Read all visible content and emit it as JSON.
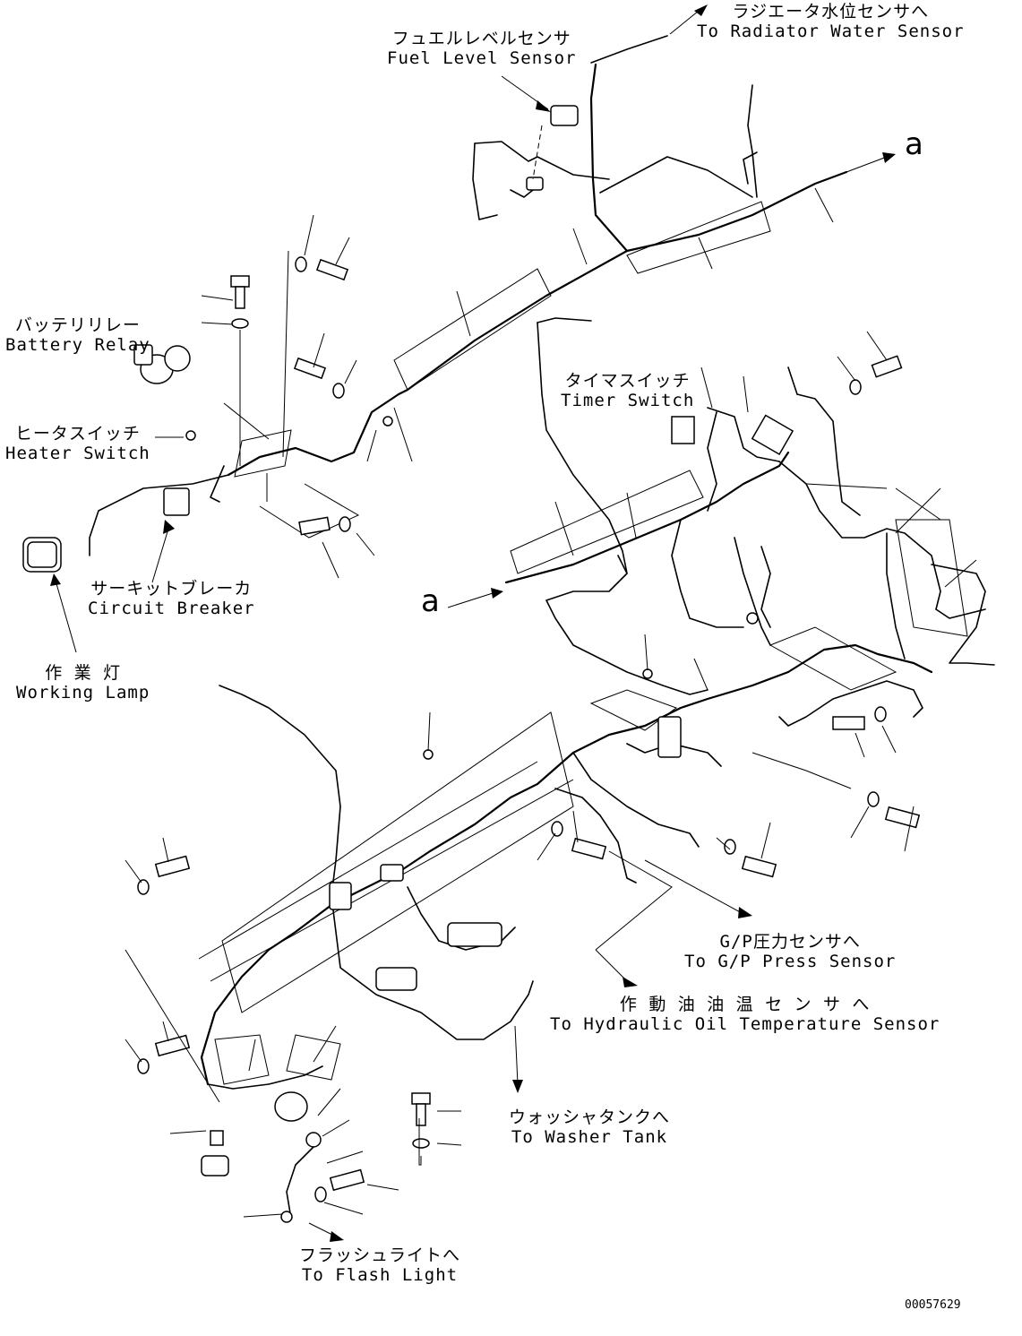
{
  "labels": {
    "radiator_water_sensor": {
      "jp": "ラジエータ水位センサへ",
      "en": "To Radiator Water Sensor"
    },
    "fuel_level_sensor": {
      "jp": "フュエルレベルセンサ",
      "en": "Fuel Level Sensor"
    },
    "battery_relay": {
      "jp": "バッテリリレー",
      "en": "Battery Relay"
    },
    "heater_switch": {
      "jp": "ヒータスイッチ",
      "en": "Heater Switch"
    },
    "timer_switch": {
      "jp": "タイマスイッチ",
      "en": "Timer Switch"
    },
    "circuit_breaker": {
      "jp": "サーキットブレーカ",
      "en": "Circuit Breaker"
    },
    "working_lamp": {
      "jp": "作 業 灯",
      "en": "Working Lamp"
    },
    "gp_press_sensor": {
      "jp": "G/P圧力センサへ",
      "en": "To G/P Press Sensor"
    },
    "hydraulic_oil_temp_sensor": {
      "jp": "作 動 油 油 温 セ ン サ へ",
      "en": "To Hydraulic Oil Temperature Sensor"
    },
    "washer_tank": {
      "jp": "ウォッシャタンクへ",
      "en": "To Washer Tank"
    },
    "flash_light": {
      "jp": "フラッシュライトへ",
      "en": "To Flash Light"
    }
  },
  "connection_marks": {
    "a_top": "a",
    "a_mid": "a"
  },
  "doc_id": "00057629"
}
